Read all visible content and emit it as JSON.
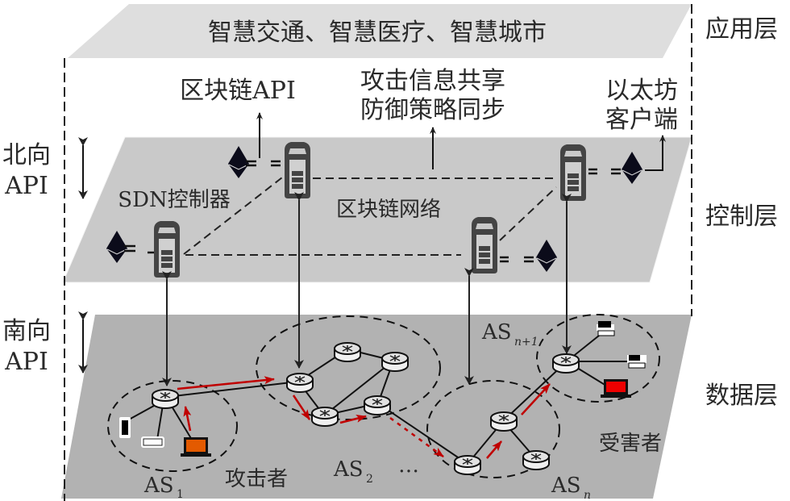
{
  "application_layer": {
    "text": "智慧交通、智慧医疗、智慧城市",
    "layer_label": "应用层"
  },
  "control_layer": {
    "layer_label": "控制层",
    "blockchain_api_label": "区块链API",
    "sharing_label_line1": "攻击信息共享",
    "sharing_label_line2": "防御策略同步",
    "eth_client_line1": "以太坊",
    "eth_client_line2": "客户端",
    "sdn_controller_label": "SDN控制器",
    "blockchain_network_label": "区块链网络"
  },
  "data_layer": {
    "layer_label": "数据层",
    "attacker_label": "攻击者",
    "victim_label": "受害者",
    "ellipsis": "…",
    "as_domains": [
      {
        "name": "AS",
        "sub": "1"
      },
      {
        "name": "AS",
        "sub": "2"
      },
      {
        "name": "AS",
        "sub": "n"
      },
      {
        "name": "AS",
        "sub": "n+1"
      }
    ]
  },
  "side_labels": {
    "north_line1": "北向",
    "north_line2": "API",
    "south_line1": "南向",
    "south_line2": "API"
  },
  "colors": {
    "app_plane": "#dedede",
    "control_plane": "#c9c9c9",
    "data_plane": "#b2b2b2",
    "server": "#444444",
    "attack_path": "#c00000",
    "attacker_laptop": "#e35a00",
    "victim_laptop": "#ee0000"
  }
}
